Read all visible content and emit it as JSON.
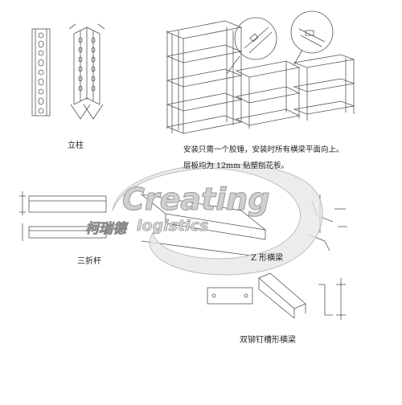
{
  "labels": {
    "upright": "立柱",
    "three_fold_bar": "三折杆",
    "z_beam": "Z 形横梁",
    "channel_beam": "双铆钉槽形横梁"
  },
  "notes": {
    "line1": "安装只需一个胶锤，安装时所有横梁平面向上。",
    "line2": "层板均为 12mm 贴塑刨花板。"
  },
  "watermark": {
    "brand": "Creating",
    "chinese": "柯瑞德",
    "subtitle": "logistics"
  },
  "colors": {
    "line": "#555555",
    "watermark": "#d0d0d0"
  }
}
